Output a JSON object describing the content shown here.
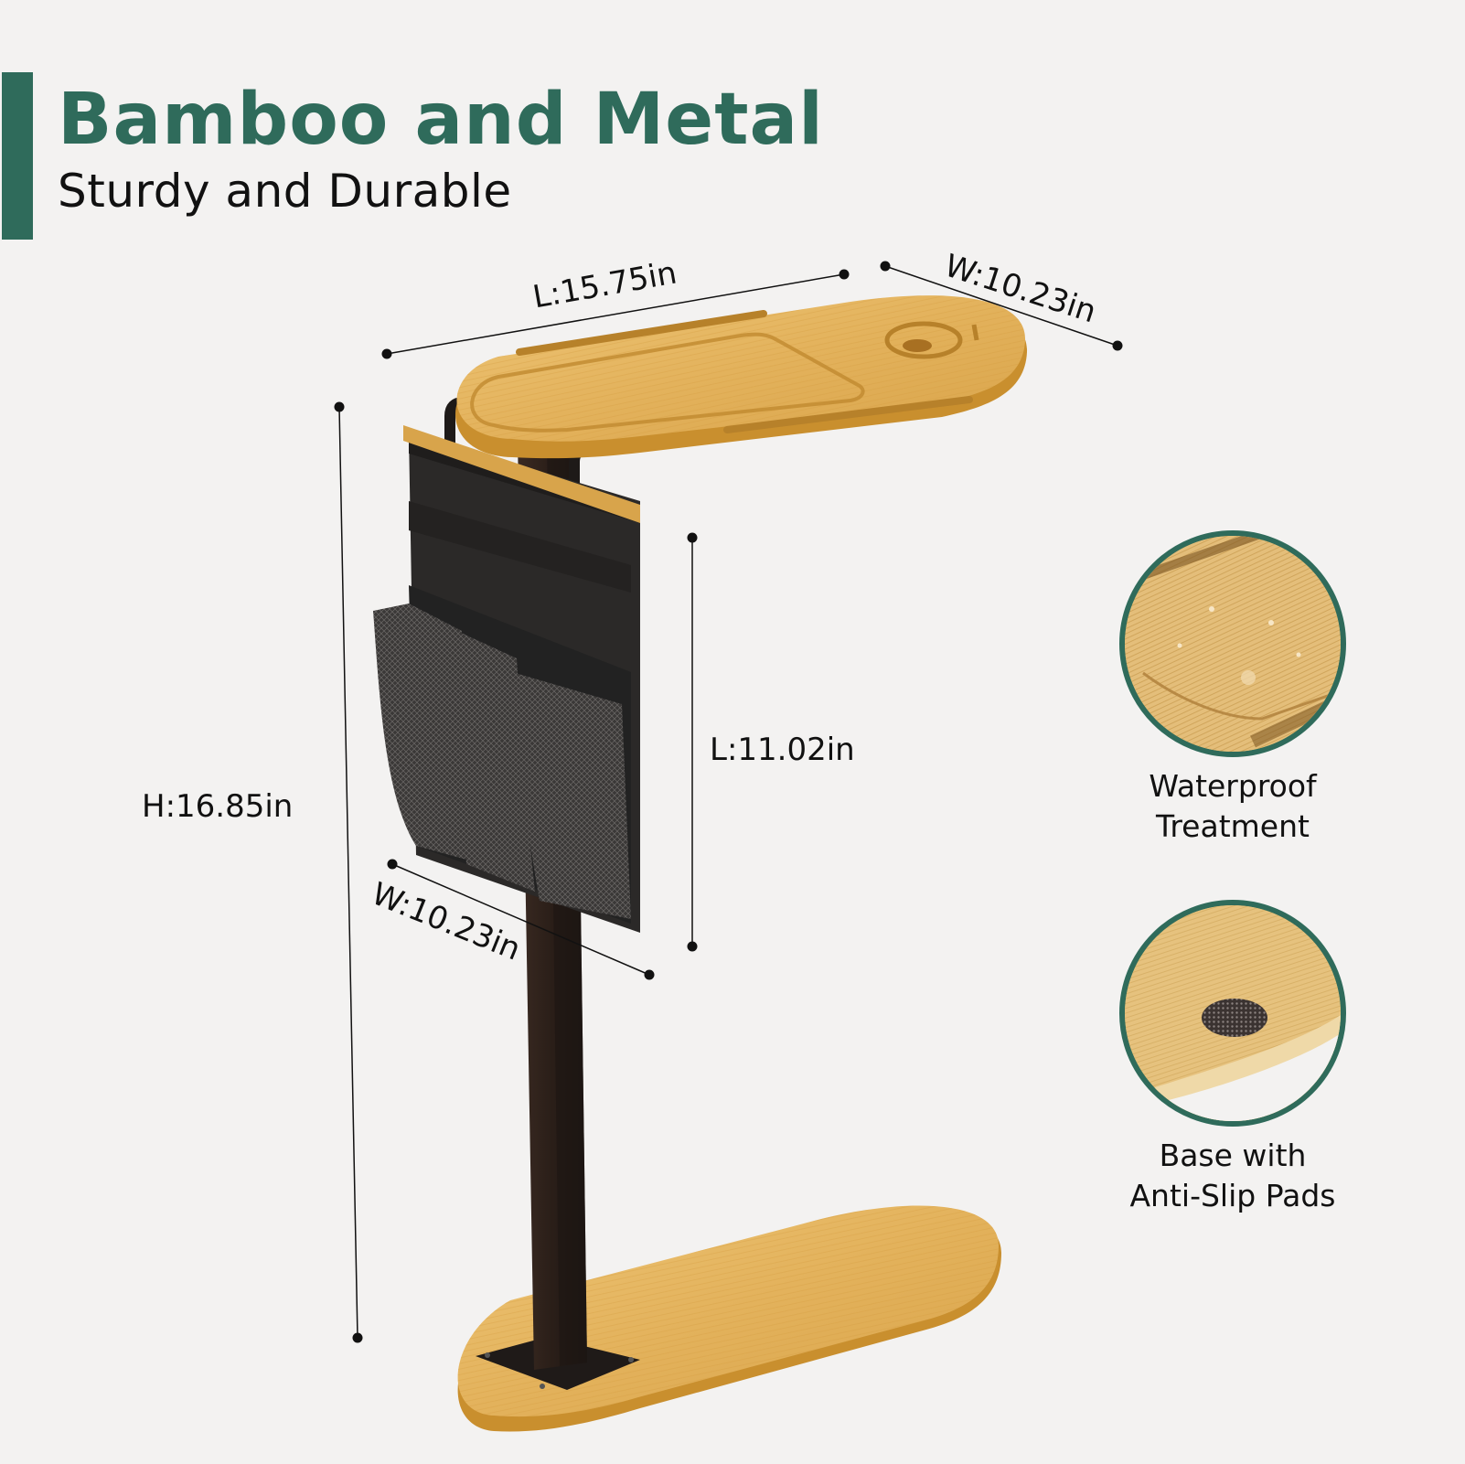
{
  "header": {
    "title": "Bamboo and Metal",
    "subtitle": "Sturdy and Durable",
    "accent_color": "#2f6b5b"
  },
  "dimensions": {
    "top_length": "L:15.75in",
    "top_width": "W:10.23in",
    "height": "H:16.85in",
    "pocket_length": "L:11.02in",
    "pocket_width": "W:10.23in"
  },
  "features": [
    {
      "icon": "bamboo-surface-closeup",
      "label_line1": "Waterproof",
      "label_line2": "Treatment"
    },
    {
      "icon": "anti-slip-pad-closeup",
      "label_line1": "Base with",
      "label_line2": "Anti-Slip Pads"
    }
  ],
  "colors": {
    "background": "#f3f2f1",
    "bamboo": "#e3b25c",
    "bamboo_edge": "#c98f2e",
    "metal": "#2a2320",
    "fabric": "#2b2928",
    "accent": "#2f6b5b"
  }
}
